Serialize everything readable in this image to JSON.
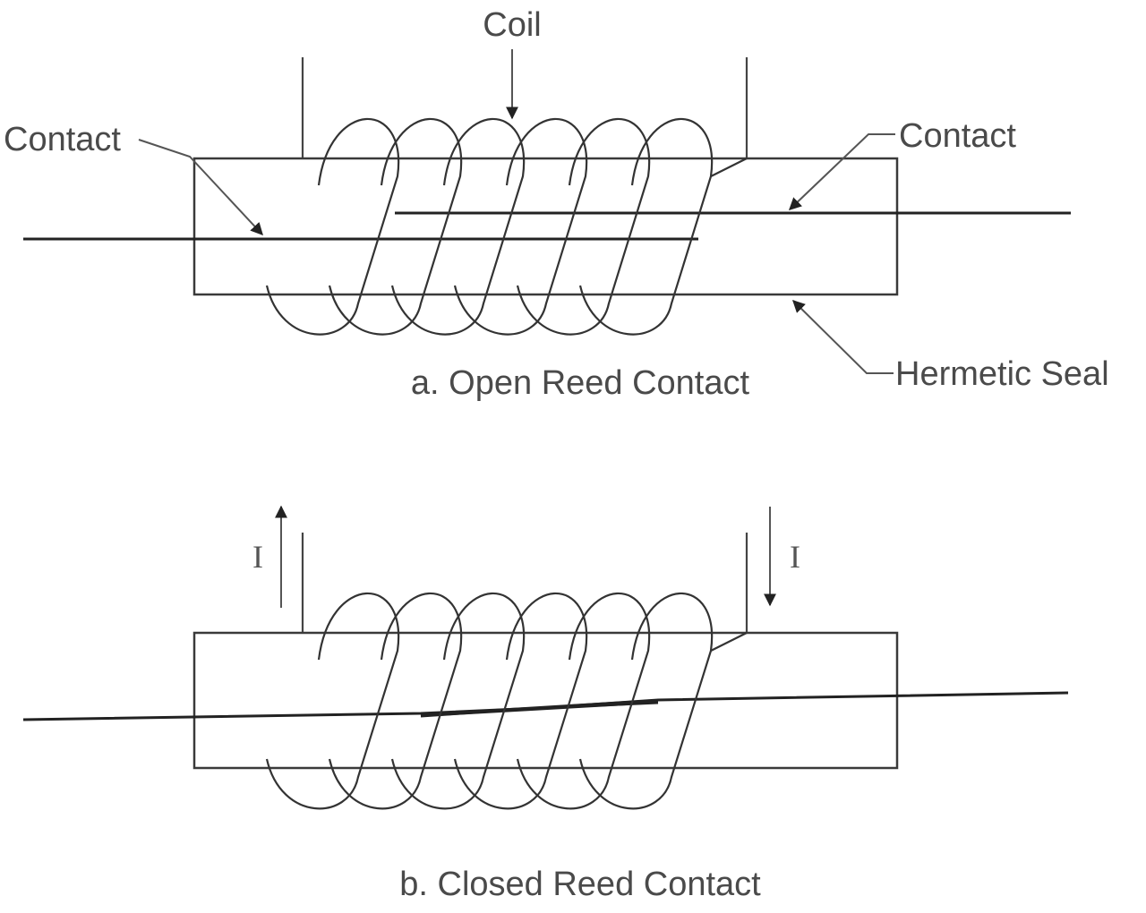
{
  "labels": {
    "coil": "Coil",
    "contact_left": "Contact",
    "contact_right": "Contact",
    "hermetic_seal": "Hermetic Seal",
    "caption_open": "a. Open Reed Contact",
    "caption_closed": "b. Closed Reed Contact",
    "current_left": "I",
    "current_right": "I"
  },
  "colors": {
    "line": "#222222",
    "text": "#4a4a4a",
    "background": "#ffffff"
  }
}
